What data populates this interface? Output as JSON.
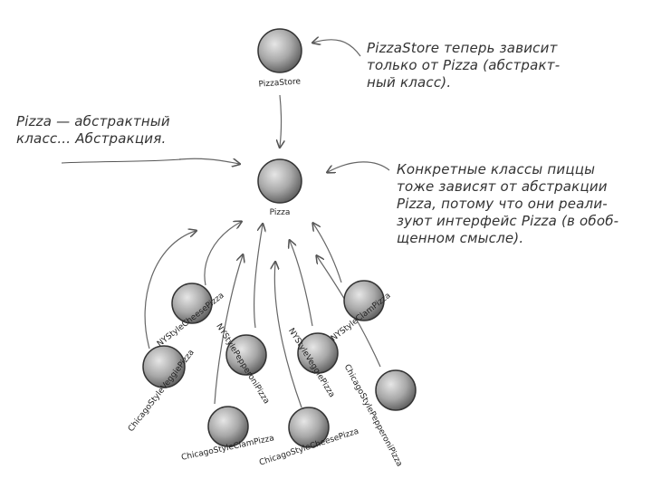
{
  "nodes": {
    "pizza_store": "PizzaStore",
    "pizza": "Pizza",
    "ny_cheese": "NYStyleCheesePizza",
    "ny_clam": "NYStyleClamPizza",
    "ny_pepperoni": "NYStylePepperoniPizza",
    "ny_veggie": "NYStyleVeggiePizza",
    "chicago_veggie": "ChicagoStyleVeggiePizza",
    "chicago_pepperoni": "ChicagoStylePepperoniPizza",
    "chicago_clam": "ChicagoStyleClamPizza",
    "chicago_cheese": "ChicagoStyleCheesePizza"
  },
  "notes": {
    "store": "PizzaStore теперь зависит\nтолько от Pizza (абстракт-\nный класс).",
    "pizza": "Pizza — абстрактный\nкласс... Абстракция.",
    "concrete": "Конкретные классы пиццы\nтоже зависят от абстракции\nPizza, потому что они реали-\nзуют интерфейс Pizza (в обоб-\nщенном смысле)."
  },
  "colors": {
    "ball_light": "#d8d8d8",
    "ball_dark": "#555555",
    "stroke": "#333333",
    "arrow": "#666666"
  }
}
